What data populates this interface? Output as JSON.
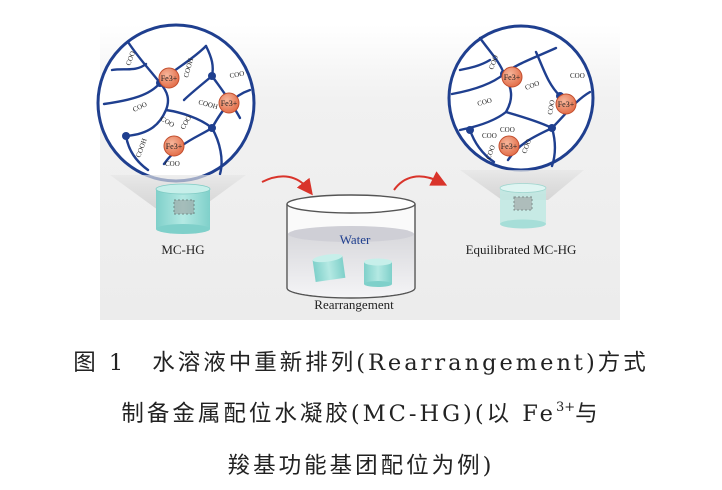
{
  "figure": {
    "left_hydrogel_label": "MC-HG",
    "right_hydrogel_label": "Equilibrated MC-HG",
    "water_label": "Water",
    "process_label": "Rearrangement",
    "ion_label": "Fe3+",
    "coo_label": "COO",
    "cooh_label": "COOH",
    "colors": {
      "network": "#1f3f8f",
      "ion_fill": "#e8734f",
      "hydrogel": "#8fd8d2",
      "arrow": "#d9342b",
      "background_band": "#f2f2f2"
    }
  },
  "caption": {
    "figure_number": "图 1",
    "line1_title": "水溶液中重新排列(Rearrangement)方式",
    "line2_text": "制备金属配位水凝胶(MC-HG)(以 Fe",
    "line2_sup": "3+",
    "line2_tail": "与",
    "line3_text": "羧基功能基团配位为例)"
  }
}
